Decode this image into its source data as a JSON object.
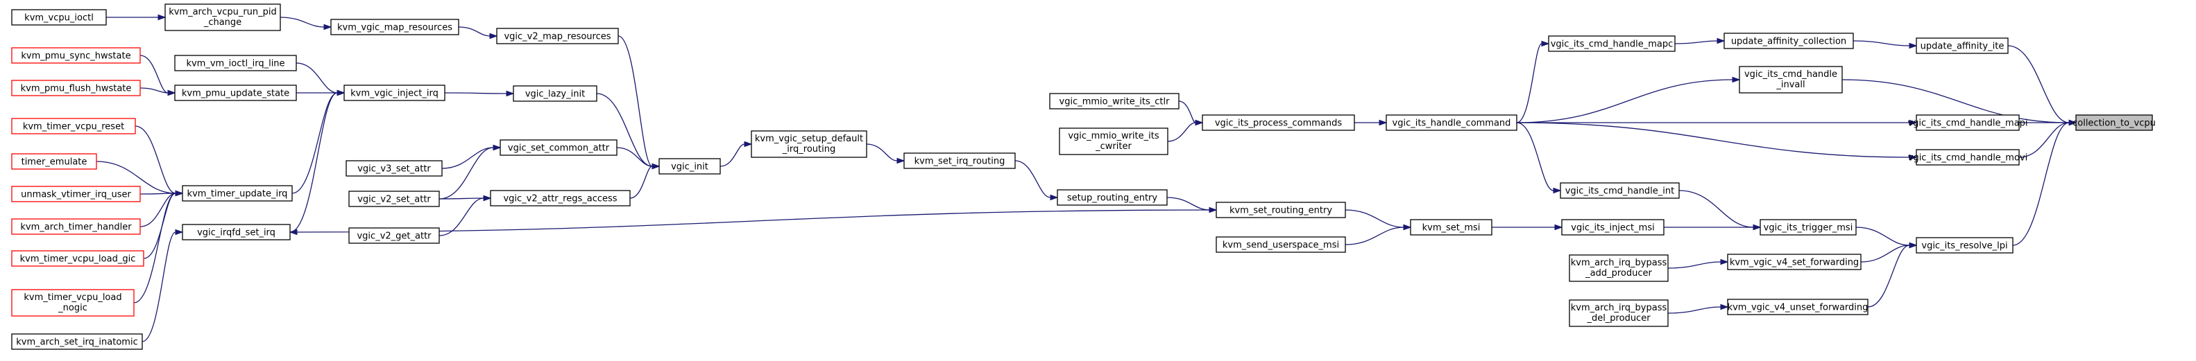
{
  "nodes": {
    "collection_to_vcpu": {
      "lines": [
        "collection_to_vcpu"
      ],
      "style": "focus"
    },
    "update_affinity_ite": {
      "lines": [
        "update_affinity_ite"
      ],
      "style": "normal"
    },
    "vgic_its_cmd_handle_mapi": {
      "lines": [
        "vgic_its_cmd_handle_mapi"
      ],
      "style": "normal"
    },
    "vgic_its_cmd_handle_movi": {
      "lines": [
        "vgic_its_cmd_handle_movi"
      ],
      "style": "normal"
    },
    "vgic_its_resolve_lpi": {
      "lines": [
        "vgic_its_resolve_lpi"
      ],
      "style": "normal"
    },
    "update_affinity_collection": {
      "lines": [
        "update_affinity_collection"
      ],
      "style": "normal"
    },
    "vgic_its_cmd_handle_mapc": {
      "lines": [
        "vgic_its_cmd_handle_mapc"
      ],
      "style": "normal"
    },
    "vgic_its_cmd_handle_invall": {
      "lines": [
        "vgic_its_cmd_handle",
        "_invall"
      ],
      "style": "normal"
    },
    "vgic_its_handle_command": {
      "lines": [
        "vgic_its_handle_command"
      ],
      "style": "normal"
    },
    "vgic_its_cmd_handle_int": {
      "lines": [
        "vgic_its_cmd_handle_int"
      ],
      "style": "normal"
    },
    "vgic_its_trigger_msi": {
      "lines": [
        "vgic_its_trigger_msi"
      ],
      "style": "normal"
    },
    "vgic_its_inject_msi": {
      "lines": [
        "vgic_its_inject_msi"
      ],
      "style": "normal"
    },
    "kvm_vgic_v4_set_forwarding": {
      "lines": [
        "kvm_vgic_v4_set_forwarding"
      ],
      "style": "normal"
    },
    "kvm_vgic_v4_unset_forwarding": {
      "lines": [
        "kvm_vgic_v4_unset_forwarding"
      ],
      "style": "normal"
    },
    "kvm_arch_irq_bypass_add_producer": {
      "lines": [
        "kvm_arch_irq_bypass",
        "_add_producer"
      ],
      "style": "normal"
    },
    "kvm_arch_irq_bypass_del_producer": {
      "lines": [
        "kvm_arch_irq_bypass",
        "_del_producer"
      ],
      "style": "normal"
    },
    "vgic_its_process_commands": {
      "lines": [
        "vgic_its_process_commands"
      ],
      "style": "normal"
    },
    "vgic_mmio_write_its_ctlr": {
      "lines": [
        "vgic_mmio_write_its_ctlr"
      ],
      "style": "normal"
    },
    "vgic_mmio_write_its_cwriter": {
      "lines": [
        "vgic_mmio_write_its",
        "_cwriter"
      ],
      "style": "normal"
    },
    "kvm_set_msi": {
      "lines": [
        "kvm_set_msi"
      ],
      "style": "normal"
    },
    "kvm_set_routing_entry": {
      "lines": [
        "kvm_set_routing_entry"
      ],
      "style": "normal"
    },
    "kvm_send_userspace_msi": {
      "lines": [
        "kvm_send_userspace_msi"
      ],
      "style": "normal"
    },
    "setup_routing_entry": {
      "lines": [
        "setup_routing_entry"
      ],
      "style": "normal"
    },
    "kvm_set_irq_routing": {
      "lines": [
        "kvm_set_irq_routing"
      ],
      "style": "normal"
    },
    "kvm_vgic_setup_default_irq_routing": {
      "lines": [
        "kvm_vgic_setup_default",
        "_irq_routing"
      ],
      "style": "normal"
    },
    "vgic_init": {
      "lines": [
        "vgic_init"
      ],
      "style": "normal"
    },
    "vgic_v2_map_resources": {
      "lines": [
        "vgic_v2_map_resources"
      ],
      "style": "normal"
    },
    "vgic_lazy_init": {
      "lines": [
        "vgic_lazy_init"
      ],
      "style": "normal"
    },
    "vgic_set_common_attr": {
      "lines": [
        "vgic_set_common_attr"
      ],
      "style": "normal"
    },
    "vgic_v2_attr_regs_access": {
      "lines": [
        "vgic_v2_attr_regs_access"
      ],
      "style": "normal"
    },
    "kvm_vgic_map_resources": {
      "lines": [
        "kvm_vgic_map_resources"
      ],
      "style": "normal"
    },
    "kvm_arch_vcpu_run_pid_change": {
      "lines": [
        "kvm_arch_vcpu_run_pid",
        "_change"
      ],
      "style": "normal"
    },
    "kvm_vcpu_ioctl": {
      "lines": [
        "kvm_vcpu_ioctl"
      ],
      "style": "normal"
    },
    "kvm_vgic_inject_irq": {
      "lines": [
        "kvm_vgic_inject_irq"
      ],
      "style": "normal"
    },
    "kvm_vm_ioctl_irq_line": {
      "lines": [
        "kvm_vm_ioctl_irq_line"
      ],
      "style": "normal"
    },
    "kvm_pmu_update_state": {
      "lines": [
        "kvm_pmu_update_state"
      ],
      "style": "normal"
    },
    "kvm_pmu_sync_hwstate": {
      "lines": [
        "kvm_pmu_sync_hwstate"
      ],
      "style": "red"
    },
    "kvm_pmu_flush_hwstate": {
      "lines": [
        "kvm_pmu_flush_hwstate"
      ],
      "style": "red"
    },
    "kvm_timer_update_irq": {
      "lines": [
        "kvm_timer_update_irq"
      ],
      "style": "normal"
    },
    "kvm_timer_vcpu_reset": {
      "lines": [
        "kvm_timer_vcpu_reset"
      ],
      "style": "red"
    },
    "timer_emulate": {
      "lines": [
        "timer_emulate"
      ],
      "style": "red"
    },
    "unmask_vtimer_irq_user": {
      "lines": [
        "unmask_vtimer_irq_user"
      ],
      "style": "red"
    },
    "kvm_arch_timer_handler": {
      "lines": [
        "kvm_arch_timer_handler"
      ],
      "style": "red"
    },
    "kvm_timer_vcpu_load_gic": {
      "lines": [
        "kvm_timer_vcpu_load_gic"
      ],
      "style": "red"
    },
    "kvm_timer_vcpu_load_nogic": {
      "lines": [
        "kvm_timer_vcpu_load",
        "_nogic"
      ],
      "style": "red"
    },
    "vgic_irqfd_set_irq": {
      "lines": [
        "vgic_irqfd_set_irq"
      ],
      "style": "normal"
    },
    "kvm_arch_set_irq_inatomic": {
      "lines": [
        "kvm_arch_set_irq_inatomic"
      ],
      "style": "normal"
    },
    "vgic_v3_set_attr": {
      "lines": [
        "vgic_v3_set_attr"
      ],
      "style": "normal"
    },
    "vgic_v2_set_attr": {
      "lines": [
        "vgic_v2_set_attr"
      ],
      "style": "normal"
    },
    "vgic_v2_get_attr": {
      "lines": [
        "vgic_v2_get_attr"
      ],
      "style": "normal"
    }
  },
  "edges": [
    [
      "update_affinity_ite",
      "collection_to_vcpu"
    ],
    [
      "vgic_its_cmd_handle_invall",
      "collection_to_vcpu"
    ],
    [
      "vgic_its_cmd_handle_mapi",
      "collection_to_vcpu"
    ],
    [
      "vgic_its_cmd_handle_movi",
      "collection_to_vcpu"
    ],
    [
      "vgic_its_resolve_lpi",
      "collection_to_vcpu"
    ],
    [
      "update_affinity_collection",
      "update_affinity_ite"
    ],
    [
      "vgic_its_cmd_handle_mapc",
      "update_affinity_collection"
    ],
    [
      "vgic_its_handle_command",
      "vgic_its_cmd_handle_mapc"
    ],
    [
      "vgic_its_handle_command",
      "vgic_its_cmd_handle_invall"
    ],
    [
      "vgic_its_handle_command",
      "vgic_its_cmd_handle_mapi"
    ],
    [
      "vgic_its_handle_command",
      "vgic_its_cmd_handle_movi"
    ],
    [
      "vgic_its_handle_command",
      "vgic_its_cmd_handle_int"
    ],
    [
      "vgic_its_process_commands",
      "vgic_its_handle_command"
    ],
    [
      "vgic_mmio_write_its_ctlr",
      "vgic_its_process_commands"
    ],
    [
      "vgic_mmio_write_its_cwriter",
      "vgic_its_process_commands"
    ],
    [
      "vgic_its_cmd_handle_int",
      "vgic_its_trigger_msi"
    ],
    [
      "vgic_its_inject_msi",
      "vgic_its_trigger_msi"
    ],
    [
      "vgic_its_trigger_msi",
      "vgic_its_resolve_lpi"
    ],
    [
      "kvm_vgic_v4_set_forwarding",
      "vgic_its_resolve_lpi"
    ],
    [
      "kvm_vgic_v4_unset_forwarding",
      "vgic_its_resolve_lpi"
    ],
    [
      "kvm_arch_irq_bypass_add_producer",
      "kvm_vgic_v4_set_forwarding"
    ],
    [
      "kvm_arch_irq_bypass_del_producer",
      "kvm_vgic_v4_unset_forwarding"
    ],
    [
      "kvm_set_msi",
      "vgic_its_inject_msi"
    ],
    [
      "kvm_set_routing_entry",
      "kvm_set_msi"
    ],
    [
      "kvm_send_userspace_msi",
      "kvm_set_msi"
    ],
    [
      "setup_routing_entry",
      "kvm_set_routing_entry"
    ],
    [
      "kvm_set_irq_routing",
      "setup_routing_entry"
    ],
    [
      "kvm_vgic_setup_default_irq_routing",
      "kvm_set_irq_routing"
    ],
    [
      "vgic_init",
      "kvm_vgic_setup_default_irq_routing"
    ],
    [
      "vgic_v2_map_resources",
      "vgic_init"
    ],
    [
      "vgic_lazy_init",
      "vgic_init"
    ],
    [
      "vgic_set_common_attr",
      "vgic_init"
    ],
    [
      "vgic_v2_attr_regs_access",
      "vgic_init"
    ],
    [
      "kvm_vgic_map_resources",
      "vgic_v2_map_resources"
    ],
    [
      "kvm_arch_vcpu_run_pid_change",
      "kvm_vgic_map_resources"
    ],
    [
      "kvm_vcpu_ioctl",
      "kvm_arch_vcpu_run_pid_change"
    ],
    [
      "kvm_vgic_inject_irq",
      "vgic_lazy_init"
    ],
    [
      "kvm_vm_ioctl_irq_line",
      "kvm_vgic_inject_irq"
    ],
    [
      "kvm_pmu_update_state",
      "kvm_vgic_inject_irq"
    ],
    [
      "kvm_timer_update_irq",
      "kvm_vgic_inject_irq"
    ],
    [
      "vgic_irqfd_set_irq",
      "kvm_vgic_inject_irq"
    ],
    [
      "kvm_pmu_sync_hwstate",
      "kvm_pmu_update_state"
    ],
    [
      "kvm_pmu_flush_hwstate",
      "kvm_pmu_update_state"
    ],
    [
      "kvm_timer_vcpu_reset",
      "kvm_timer_update_irq"
    ],
    [
      "timer_emulate",
      "kvm_timer_update_irq"
    ],
    [
      "unmask_vtimer_irq_user",
      "kvm_timer_update_irq"
    ],
    [
      "kvm_arch_timer_handler",
      "kvm_timer_update_irq"
    ],
    [
      "kvm_timer_vcpu_load_gic",
      "kvm_timer_update_irq"
    ],
    [
      "kvm_timer_vcpu_load_nogic",
      "kvm_timer_update_irq"
    ],
    [
      "kvm_arch_set_irq_inatomic",
      "vgic_irqfd_set_irq"
    ],
    [
      "kvm_set_routing_entry",
      "vgic_irqfd_set_irq"
    ],
    [
      "vgic_v3_set_attr",
      "vgic_set_common_attr"
    ],
    [
      "vgic_v2_set_attr",
      "vgic_set_common_attr"
    ],
    [
      "vgic_v2_set_attr",
      "vgic_v2_attr_regs_access"
    ],
    [
      "vgic_v2_get_attr",
      "vgic_v2_attr_regs_access"
    ]
  ]
}
